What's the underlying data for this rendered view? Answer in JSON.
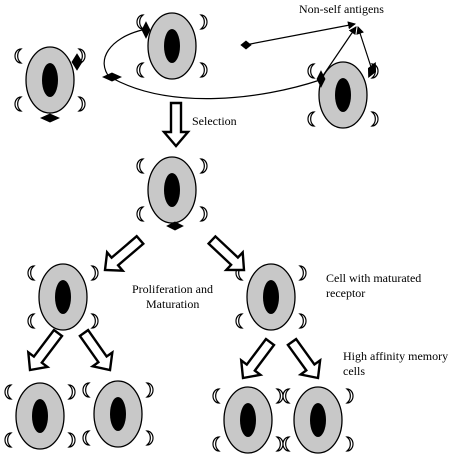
{
  "labels": {
    "non_self_antigens": "Non-self antigens",
    "selection": "Selection",
    "proliferation_line1": "Proliferation and",
    "proliferation_line2": "Maturation",
    "matured_line1": "Cell with maturated",
    "matured_line2": "receptor",
    "memory_line1": "High affinity memory",
    "memory_line2": "cells"
  },
  "colors": {
    "cell_body": "#c8c8c8",
    "nucleus": "#000000",
    "stroke": "#000000",
    "background": "#ffffff"
  }
}
